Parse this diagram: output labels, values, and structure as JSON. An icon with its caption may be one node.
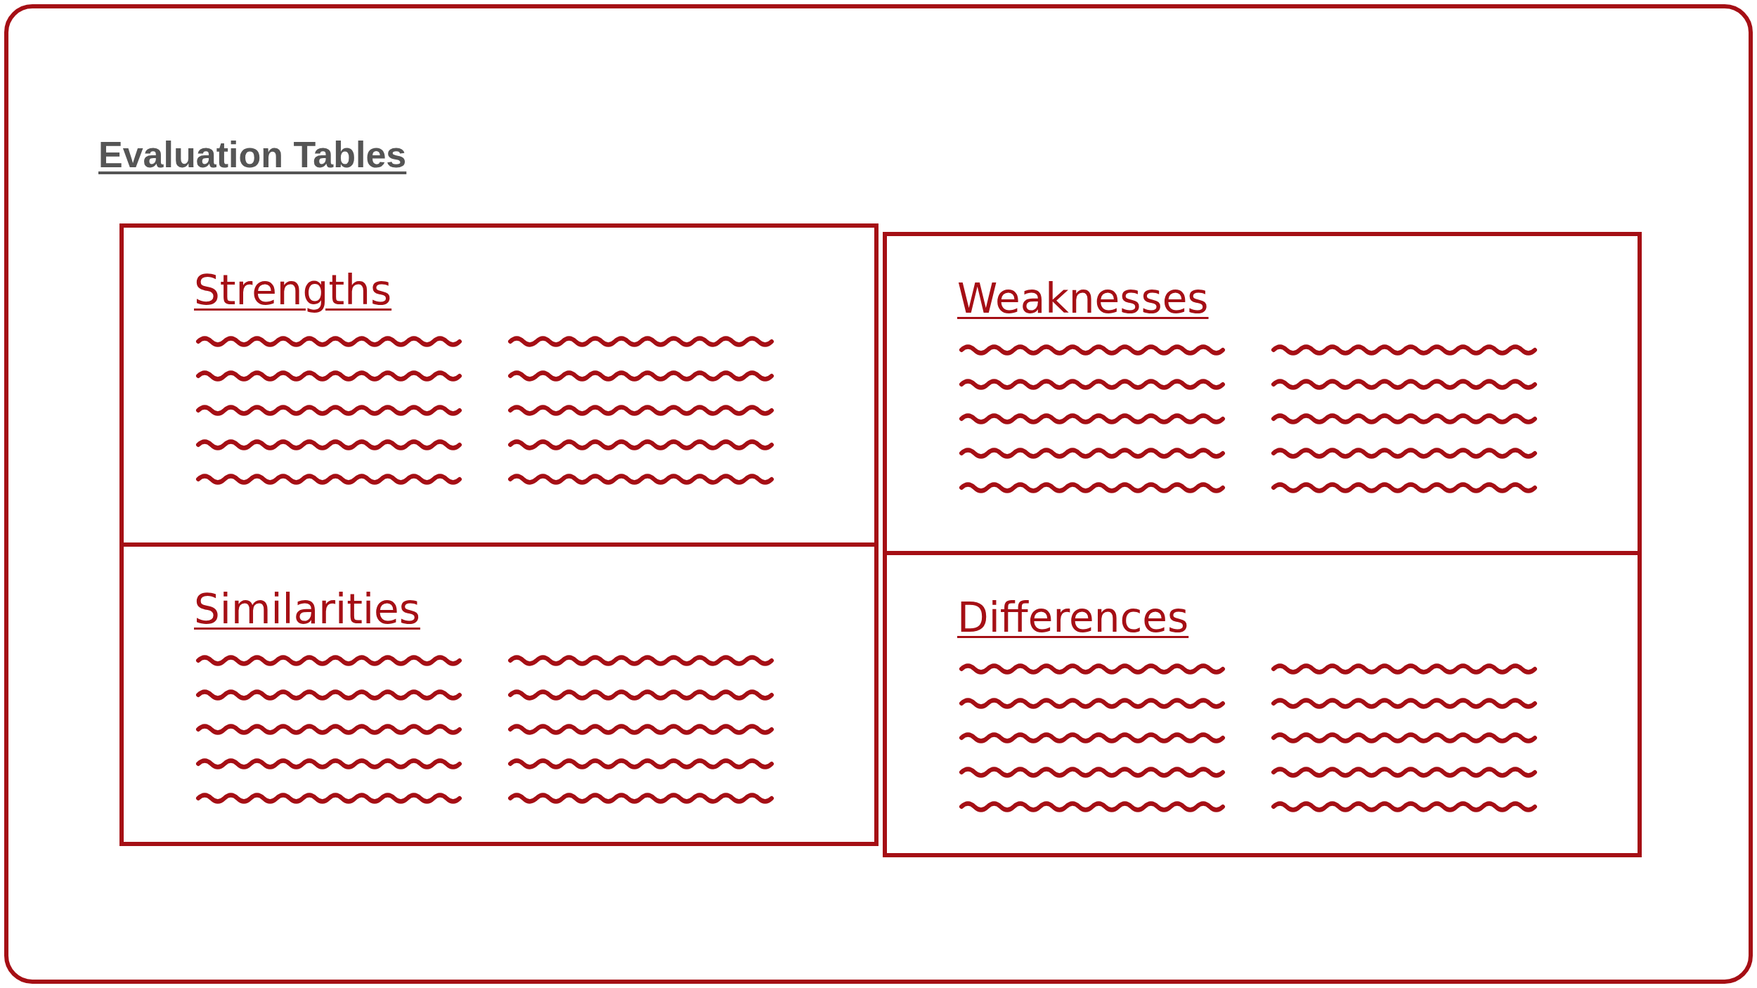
{
  "diagram": {
    "title": "Evaluation Tables",
    "nodes": [
      {
        "text": [
          "Strengths"
        ]
      },
      {
        "text": [
          "Weaknesses"
        ]
      },
      {
        "text": [
          "Similarities"
        ]
      },
      {
        "text": [
          "Differences"
        ]
      }
    ]
  }
}
